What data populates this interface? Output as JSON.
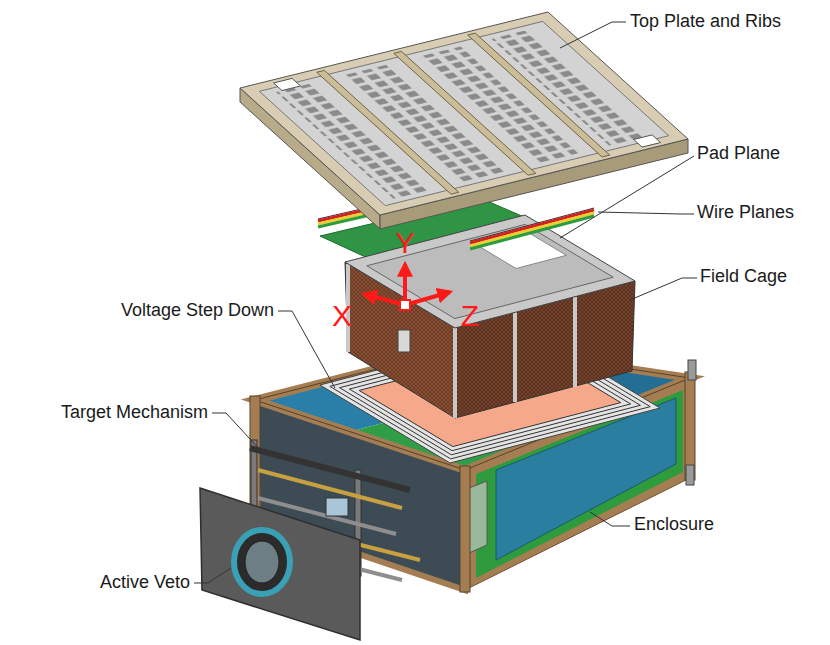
{
  "diagram": {
    "labels": [
      "Top Plate and Ribs",
      "Pad Plane",
      "Wire Planes",
      "Field Cage",
      "Voltage Step Down",
      "Target Mechanism",
      "Enclosure",
      "Active Veto",
      "Y",
      "X",
      "Z"
    ]
  }
}
